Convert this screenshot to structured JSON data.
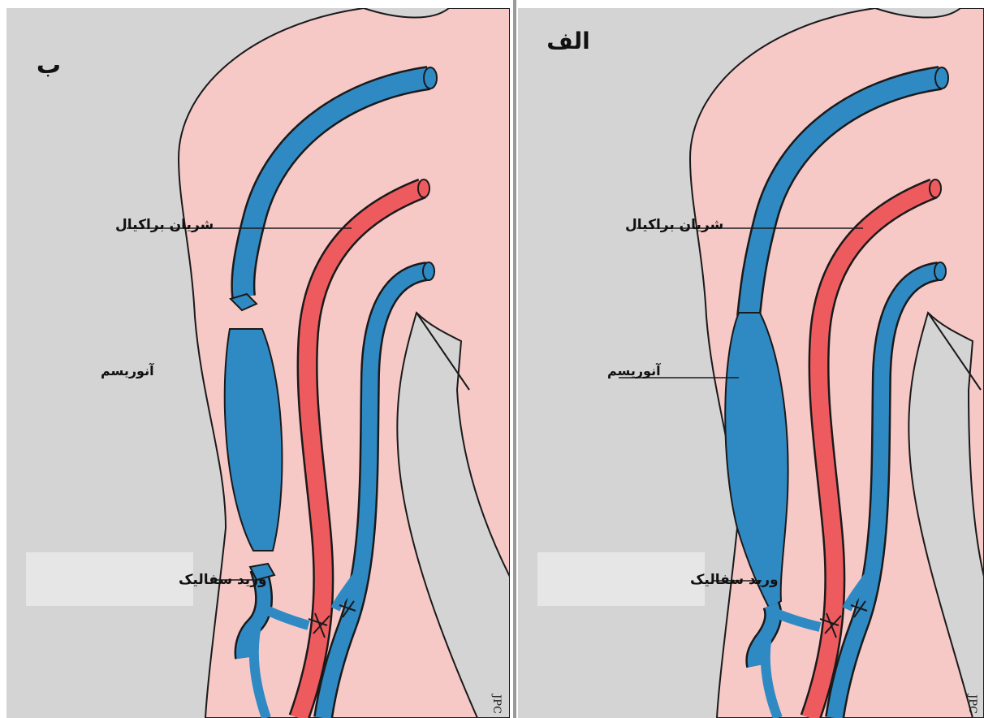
{
  "colors": {
    "background_gray": "#d4d4d4",
    "skin": "#f6c9c7",
    "vein_blue": "#2f8ac4",
    "artery_red": "#ee5b5f",
    "outline": "#1a1a1a",
    "label_box": "#e6e6e6"
  },
  "panels": [
    {
      "panel_label": "ب",
      "labels": {
        "brachial_artery": "شریان براکیال",
        "aneurysm": "آنوریسم",
        "cephalic_vein": "ورید سفالیک"
      },
      "signature": "JPC"
    },
    {
      "panel_label": "الف",
      "labels": {
        "brachial_artery": "شریان براکیال",
        "aneurysm": "آنوریسم",
        "cephalic_vein": "ورید سفالیک"
      },
      "signature": "JPC"
    }
  ]
}
